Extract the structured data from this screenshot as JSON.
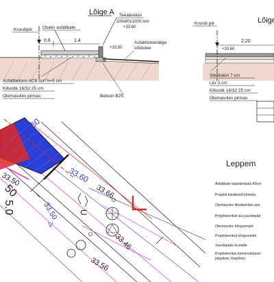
{
  "section_a": {
    "title": "Lõige A",
    "label_kruntpiir": "Krundipiir",
    "label_asfaltkate": "Olulev asfaltkate",
    "label_tee_line1": "Teeäärekivi",
    "label_tee_line2": "200x80x1000 mm",
    "label_tee_line3": "+33.60",
    "label_road_line1": "Asfalktiskendiga",
    "label_road_line2": "sõidutee",
    "dim_left": "0.6",
    "dim_mid": "1.4",
    "level_main": "+33.50",
    "layer_1": "Asfaltbetoon AC8 surf h=5 cm",
    "layer_2": "Killustik 16/32 25 cm",
    "layer_3": "Olemasolev pinnas",
    "label_betoon": "Betoon B25"
  },
  "section_b": {
    "title": "Lõige",
    "label_kruntpiir": "Krundi piir",
    "dim": "2.20",
    "level": "+33.60",
    "layer_1": "Sillutiskivi 7 cm",
    "layer_2": "Liiv 3 cm",
    "layer_3": "Killustik 16/32 25 cm",
    "layer_4": "Olemasolev pinnas"
  },
  "plan": {
    "level_top": "33.60",
    "level_mid": "33.60",
    "level_left": "33.50",
    "level_right1": "33.66",
    "level_lower": "33.50",
    "level_bottom1": "33.46",
    "level_bottom2": "33.56",
    "num_left": "50",
    "num_mid": "5.0",
    "letter_u": "U",
    "letter_v": "V",
    "legend_title": "Leppem",
    "legend_items": [
      "Asfaltkate taastamisala 40cm",
      "Projekti käsitletud kinnistu",
      "Olemasolev likvideeritav juur",
      "Projekteeritud uus juurdepää",
      "Olemasolev kõrgusmärk",
      "Projekteeritud kõrgusmärk",
      "Juurdepääs krundile",
      "Projekteeritav keevisvärkesd",
      "jalgvärav, liugvärav."
    ]
  },
  "colors": {
    "ink": "#1a1a1a",
    "soil": "#e8d2c8",
    "blue_fill": "#2a3fd6",
    "red": "#e0281e",
    "magenta": "#e03ccf",
    "purple": "#5a4fd0"
  }
}
